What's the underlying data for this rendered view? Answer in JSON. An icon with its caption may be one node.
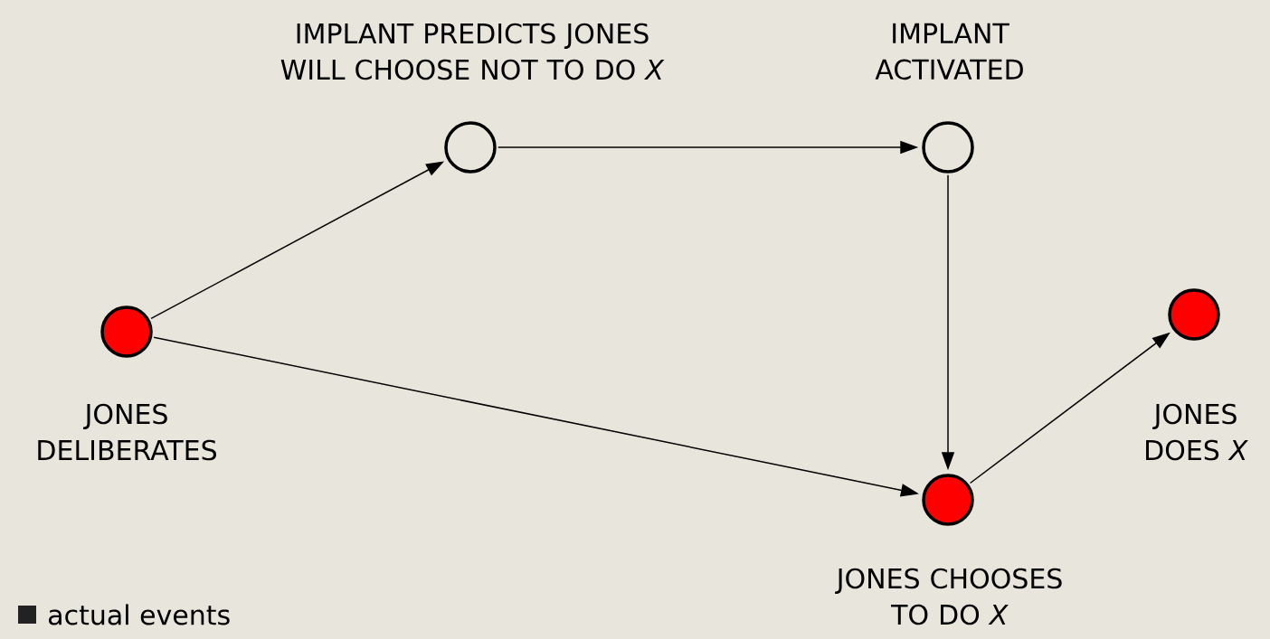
{
  "diagram": {
    "nodes": [
      {
        "text": [],
        "shape": "circle",
        "beside": [
          "JONES DELIBERATES"
        ]
      },
      {
        "text": [],
        "shape": "circle",
        "beside": [
          "IMPLANT PREDICTS JONES WILL CHOOSE NOT TO DO *X*"
        ]
      },
      {
        "text": [],
        "shape": "circle",
        "beside": [
          "IMPLANT ACTIVATED"
        ]
      },
      {
        "text": [],
        "shape": "circle",
        "beside": [
          "JONES CHOOSES TO DO *X*"
        ]
      },
      {
        "text": [],
        "shape": "circle",
        "beside": [
          "JONES DOES *X*"
        ]
      }
    ],
    "edges": [
      {
        "from": 0,
        "to": 1,
        "arrow": "to"
      },
      {
        "from": 1,
        "to": 2,
        "arrow": "to"
      },
      {
        "from": 2,
        "to": 3,
        "arrow": "to"
      },
      {
        "from": 0,
        "to": 3,
        "arrow": "to"
      },
      {
        "from": 3,
        "to": 4,
        "arrow": "to"
      }
    ],
    "legend": [
      {
        "text": "actual events",
        "color": "#222222"
      }
    ]
  }
}
